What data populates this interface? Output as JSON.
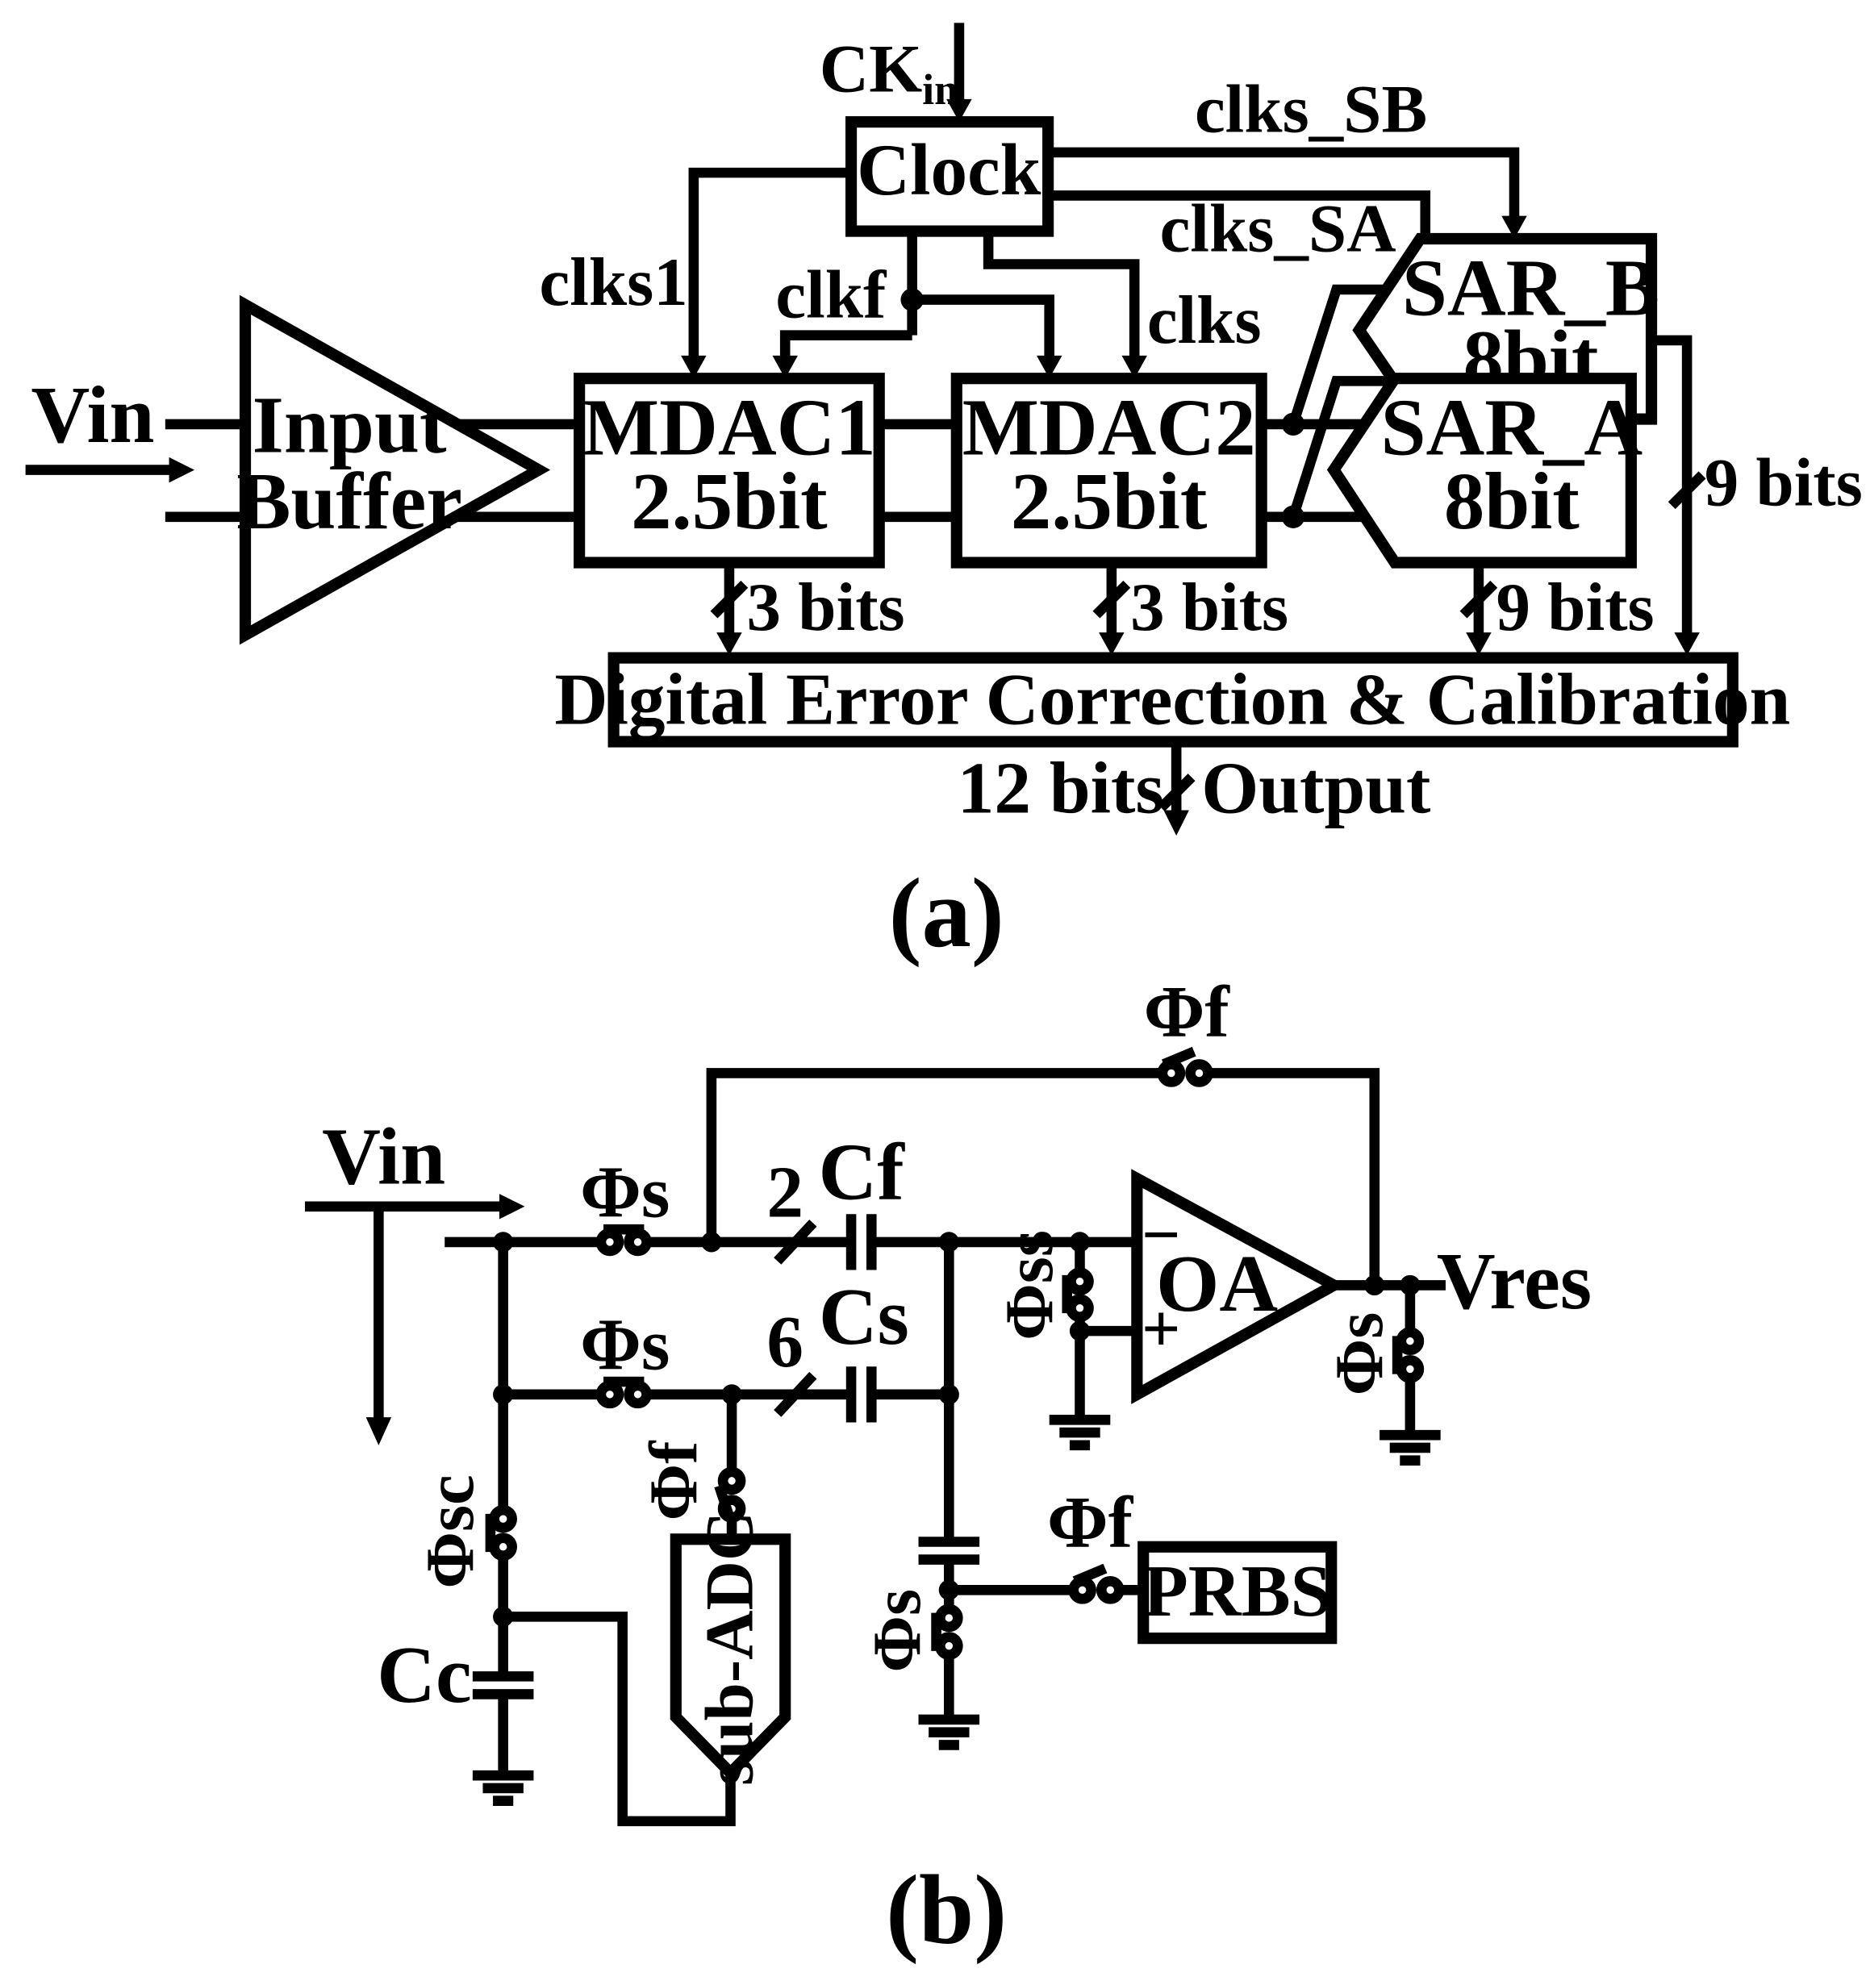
{
  "part_a": {
    "caption": "(a)",
    "ck_in": {
      "main": "CK",
      "sub": "in"
    },
    "clock": "Clock",
    "clks_sb": "clks_SB",
    "clks_sa": "clks_SA",
    "clks1": "clks1",
    "clkf": "clkf",
    "clks": "clks",
    "vin": "Vin",
    "input_buffer": {
      "line1": "Input",
      "line2": "Buffer"
    },
    "mdac1": {
      "line1": "MDAC1",
      "line2": "2.5bit"
    },
    "mdac2": {
      "line1": "MDAC2",
      "line2": "2.5bit"
    },
    "sar_b": {
      "line1": "SAR_B",
      "line2": "8bit"
    },
    "sar_a": {
      "line1": "SAR_A",
      "line2": "8bit"
    },
    "bits_mdac1": "3 bits",
    "bits_mdac2": "3 bits",
    "bits_sar_a": "9 bits",
    "bits_sar_b": "9 bits",
    "dec": "Digital Error Correction & Calibration",
    "out_bits": "12 bits",
    "output": "Output"
  },
  "part_b": {
    "caption": "(b)",
    "vin": "Vin",
    "phi_f_top": "Φf",
    "phi_s_1": "Φs",
    "phi_s_2": "Φs",
    "cf_mult": "2",
    "cf": "Cf",
    "cs_mult": "6",
    "cs": "Cs",
    "phi_ss": "Φss",
    "oa": "OA",
    "minus": "−",
    "plus": "+",
    "vres": "Vres",
    "phi_s_out": "Φs",
    "phi_f_sub": "Φf",
    "phi_sc": "Φsc",
    "sub_adc": "sub-ADC",
    "cc": "Cc",
    "phi_f_prbs": "Φf",
    "prbs": "PRBS",
    "phi_s_prbs": "Φs"
  }
}
